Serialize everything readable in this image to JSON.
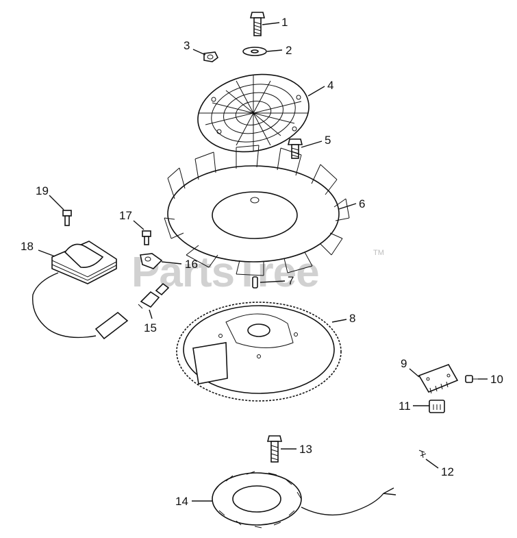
{
  "watermark": {
    "text": "PartsTree",
    "trademark": "TM"
  },
  "callouts": [
    {
      "id": "1",
      "label": "1"
    },
    {
      "id": "2",
      "label": "2"
    },
    {
      "id": "3",
      "label": "3"
    },
    {
      "id": "4",
      "label": "4"
    },
    {
      "id": "5",
      "label": "5"
    },
    {
      "id": "6",
      "label": "6"
    },
    {
      "id": "7",
      "label": "7"
    },
    {
      "id": "8",
      "label": "8"
    },
    {
      "id": "9",
      "label": "9"
    },
    {
      "id": "10",
      "label": "10"
    },
    {
      "id": "11",
      "label": "11"
    },
    {
      "id": "12",
      "label": "12"
    },
    {
      "id": "13",
      "label": "13"
    },
    {
      "id": "14",
      "label": "14"
    },
    {
      "id": "15",
      "label": "15"
    },
    {
      "id": "16",
      "label": "16"
    },
    {
      "id": "17",
      "label": "17"
    },
    {
      "id": "18",
      "label": "18"
    },
    {
      "id": "19",
      "label": "19"
    }
  ]
}
